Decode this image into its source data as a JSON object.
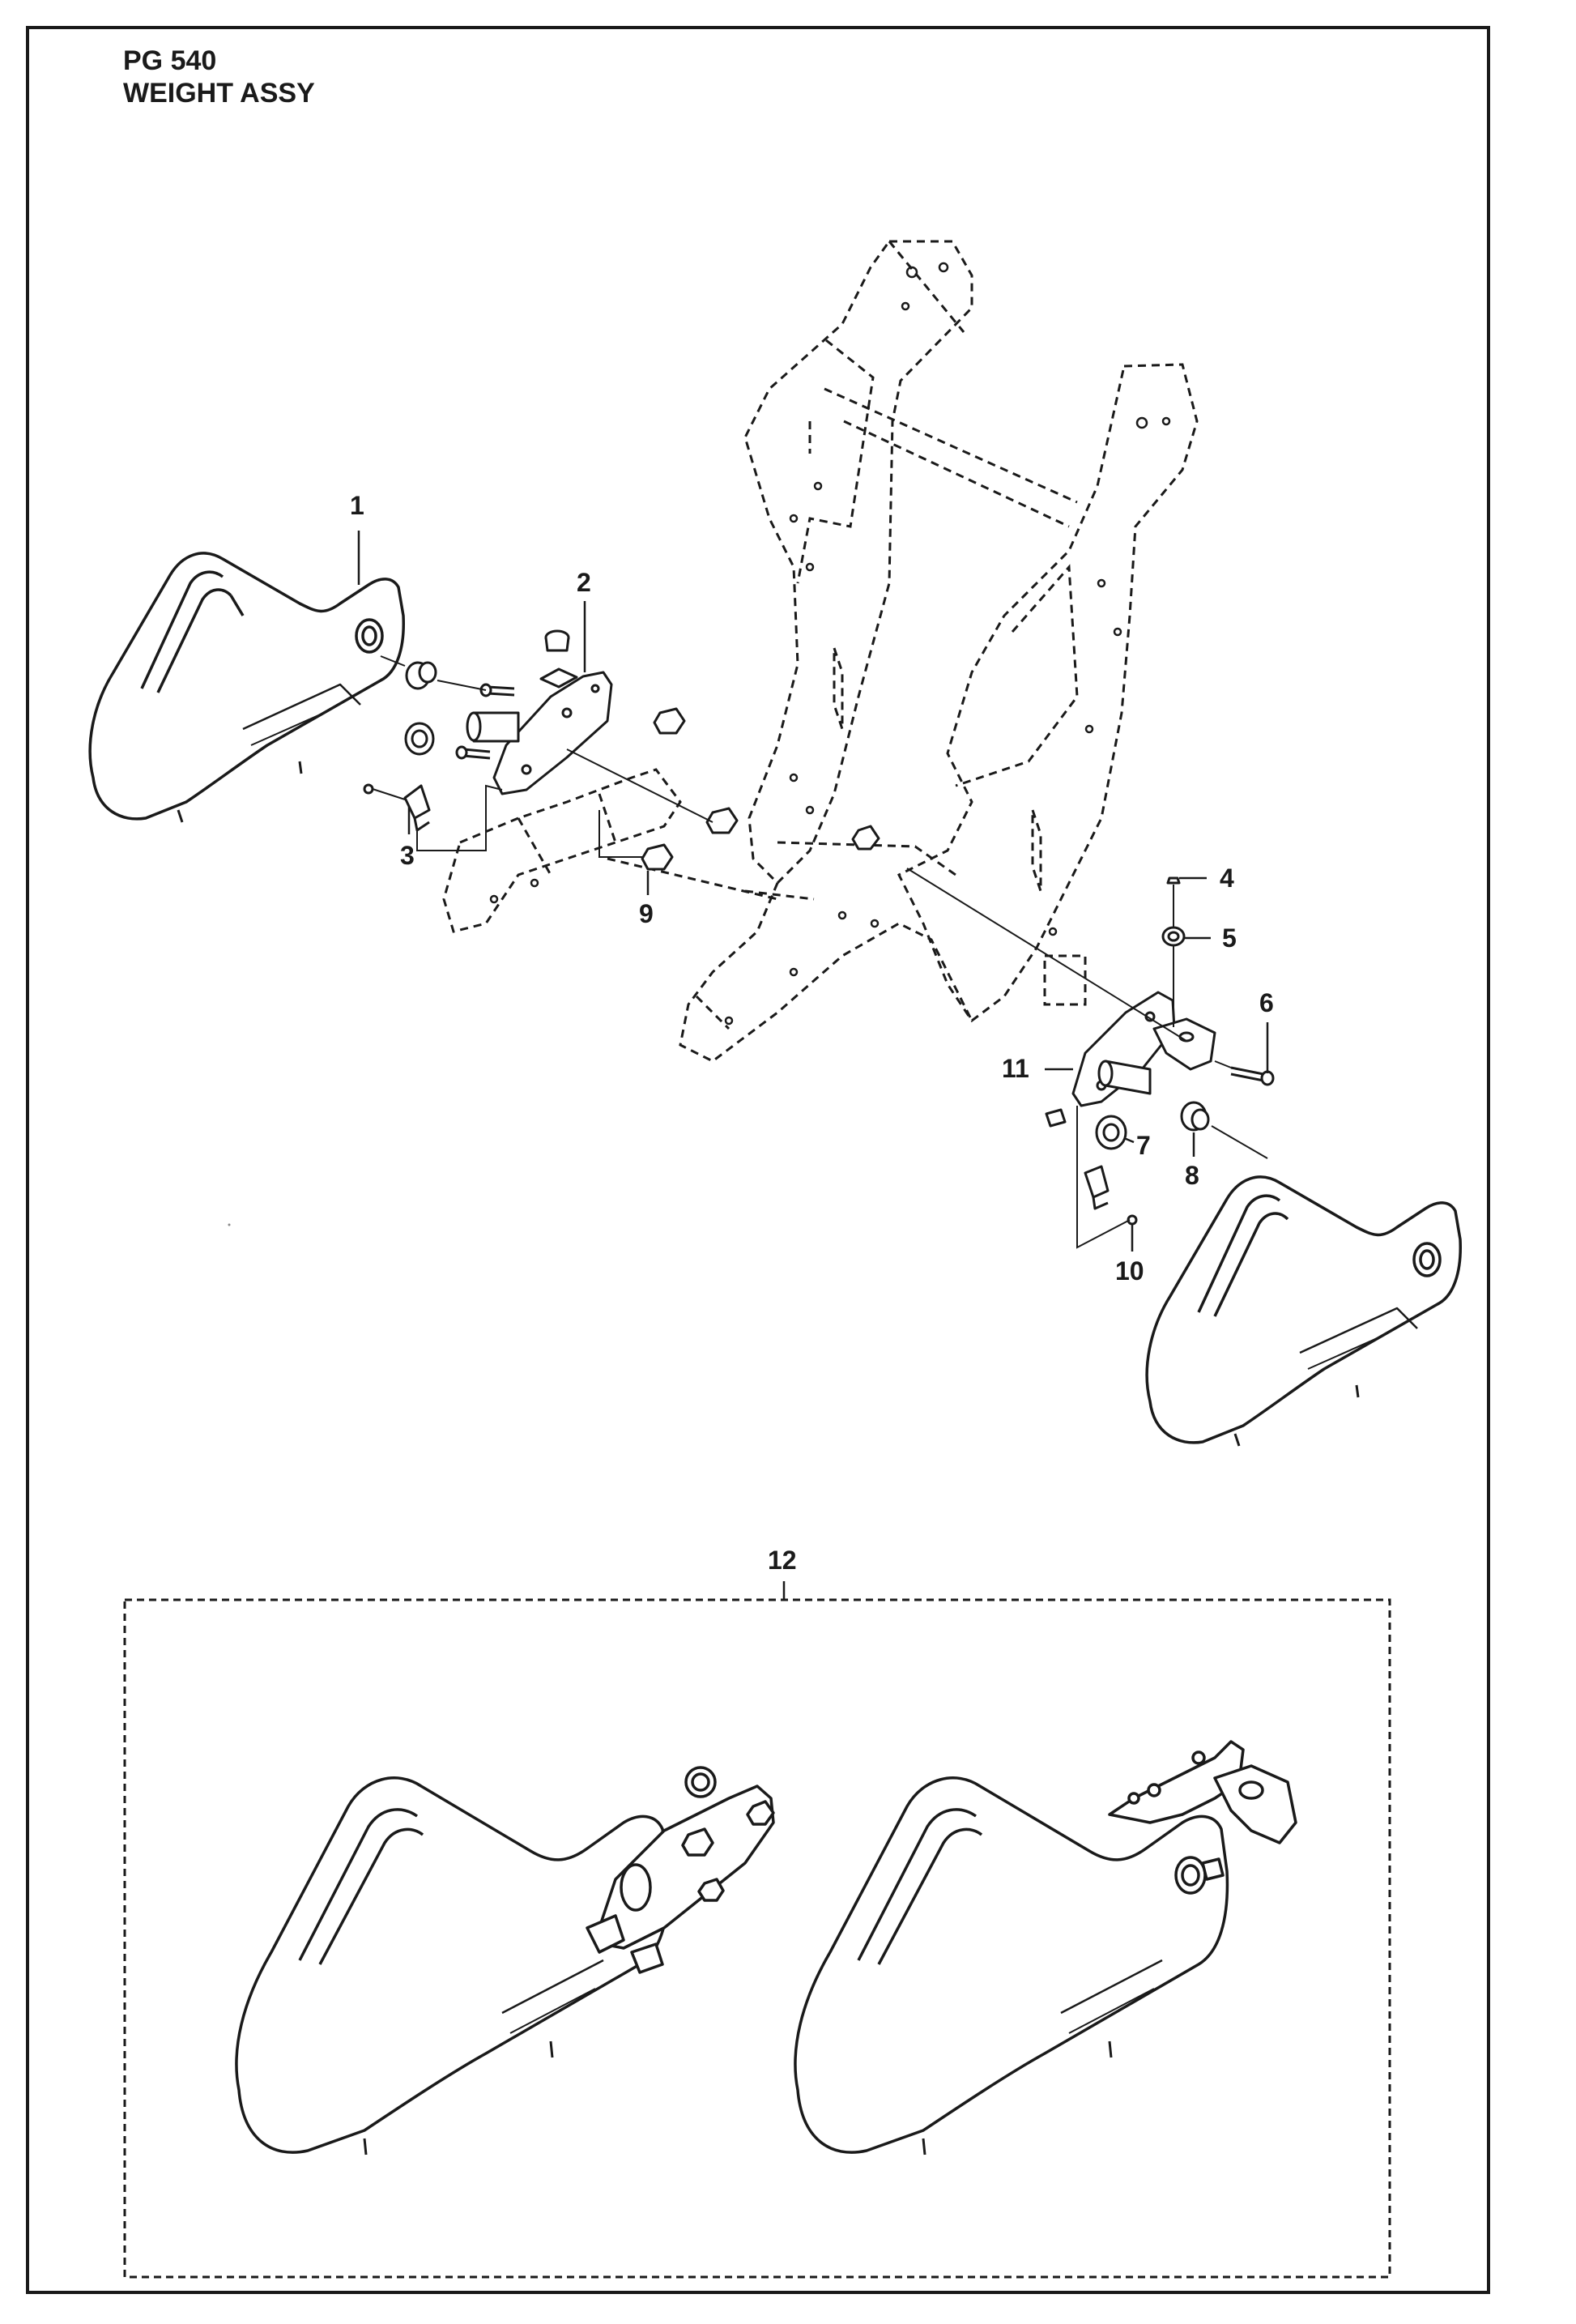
{
  "header": {
    "page_code": "PG 540",
    "assembly_name": "WEIGHT ASSY"
  },
  "callouts": [
    "1",
    "2",
    "3",
    "4",
    "5",
    "6",
    "7",
    "8",
    "9",
    "10",
    "11",
    "12"
  ],
  "colors": {
    "line": "#1a1a1a",
    "part_fill": "#ffffff",
    "part_shade": "#e6e6e6"
  }
}
